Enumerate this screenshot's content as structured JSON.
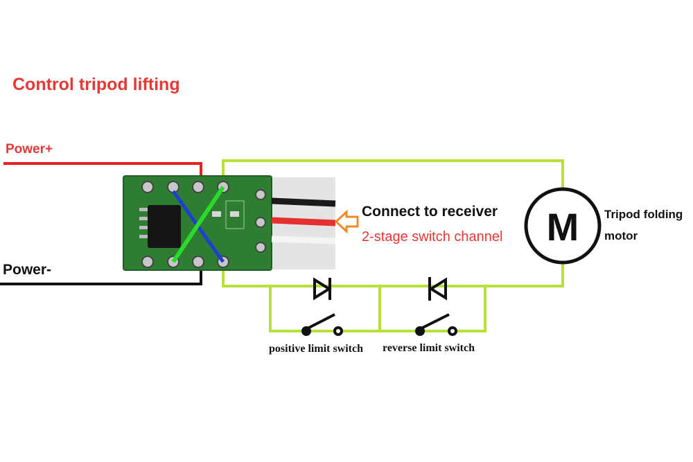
{
  "title": "Control tripod lifting",
  "labels": {
    "power_plus": "Power+",
    "power_minus": "Power-",
    "receiver": "Connect to receiver",
    "receiver_channel": "2-stage switch channel",
    "motor_symbol": "M",
    "motor_line1": "Tripod folding",
    "motor_line2": "motor",
    "positive_limit_switch": "positive limit switch",
    "reverse_limit_switch": "reverse limit switch"
  },
  "colors": {
    "power_plus_wire": "#e52121",
    "power_minus_wire": "#111111",
    "circuit_wire": "#b7e03a",
    "board": "#2e7d32",
    "cross_wire_a": "#1e3fd6",
    "cross_wire_b": "#2bdb2b",
    "arrow": "#f08a24"
  },
  "icons": {
    "motor": "motor-circle-icon",
    "diode": "diode-icon",
    "switch": "switch-icon",
    "arrow": "arrow-left-icon"
  }
}
